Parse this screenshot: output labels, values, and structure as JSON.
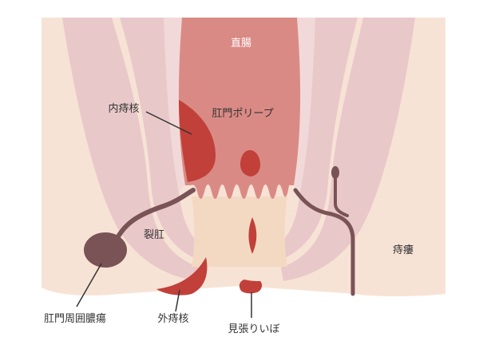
{
  "labels": {
    "rectum": "直腸",
    "anal_polyp": "肛門ポリープ",
    "internal_hemorrhoid": "内痔核",
    "anal_fissure": "裂肛",
    "anal_fistula": "痔瘻",
    "perianal_abscess": "肛門周囲膿瘍",
    "external_hemorrhoid": "外痔核",
    "sentinel_tag": "見張りいぼ"
  },
  "colors": {
    "skin": "#f7e3d5",
    "muscle": "#e9c8c9",
    "muscle_edge": "#f2d9d9",
    "rectum": "#da8a85",
    "canal": "#f3d9c2",
    "lesion": "#c1403a",
    "fistula": "#7a5356",
    "leader": "#333333"
  }
}
